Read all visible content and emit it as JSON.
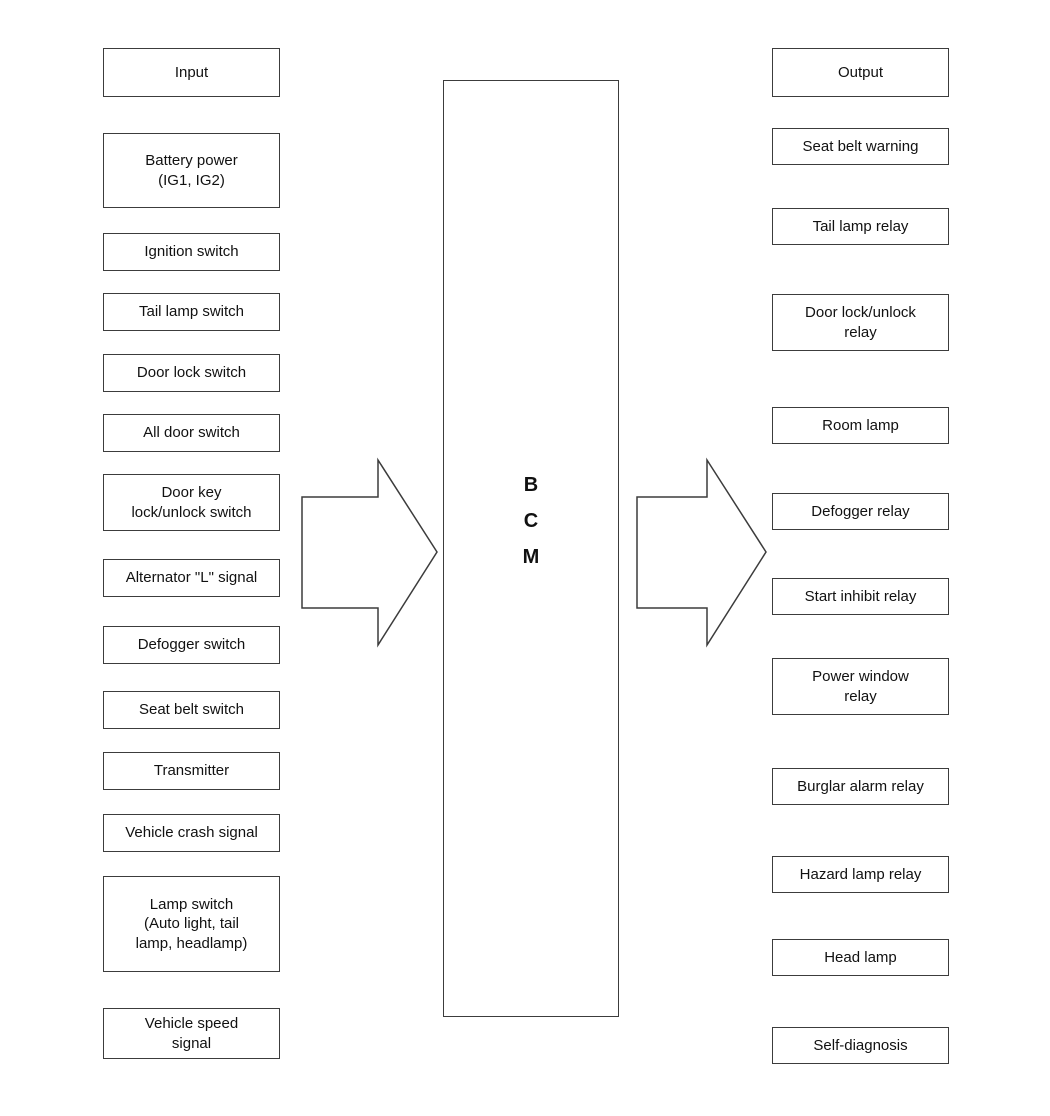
{
  "bcm": {
    "label": "B\nC\nM"
  },
  "inputs": {
    "header": "Input",
    "items": [
      "Battery power\n(IG1, IG2)",
      "Ignition switch",
      "Tail lamp switch",
      "Door lock switch",
      "All door switch",
      "Door key\nlock/unlock switch",
      "Alternator \"L\" signal",
      "Defogger switch",
      "Seat belt switch",
      "Transmitter",
      "Vehicle crash signal",
      "Lamp switch\n(Auto light, tail\nlamp, headlamp)",
      "Vehicle speed\nsignal"
    ]
  },
  "outputs": {
    "header": "Output",
    "items": [
      "Seat belt warning",
      "Tail lamp relay",
      "Door lock/unlock\nrelay",
      "Room lamp",
      "Defogger relay",
      "Start inhibit relay",
      "Power window\nrelay",
      "Burglar alarm relay",
      "Hazard lamp relay",
      "Head lamp",
      "Self-diagnosis"
    ]
  }
}
